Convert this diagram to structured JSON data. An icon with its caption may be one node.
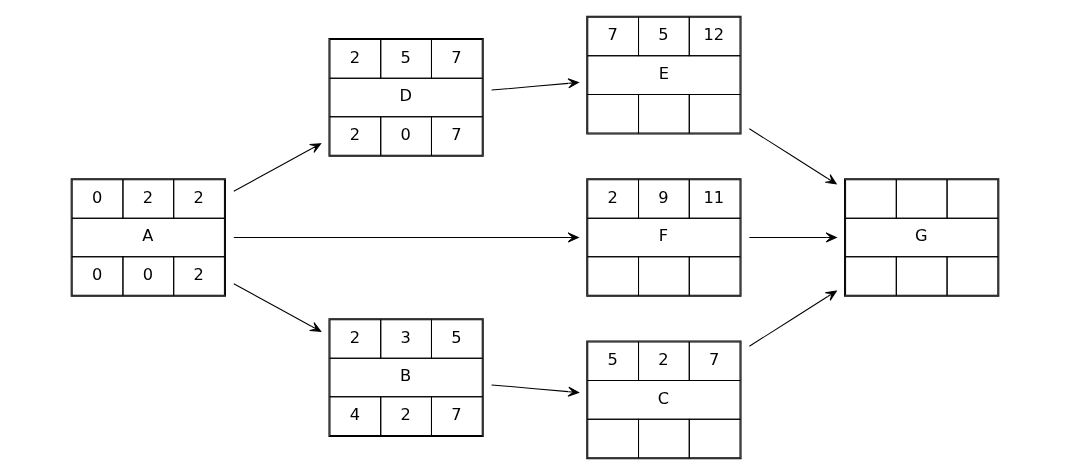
{
  "diagram": {
    "nodes": [
      {
        "text": [
          "0",
          "2",
          "2",
          "A",
          "0",
          "0",
          "2"
        ]
      },
      {
        "text": [
          "2",
          "5",
          "7",
          "D",
          "2",
          "0",
          "7"
        ]
      },
      {
        "text": [
          "2",
          "9",
          "11",
          "F"
        ]
      },
      {
        "text": [
          "2",
          "3",
          "5",
          "B",
          "4",
          "2",
          "7"
        ]
      },
      {
        "text": [
          "7",
          "5",
          "12",
          "E"
        ]
      },
      {
        "text": [
          "5",
          "2",
          "7",
          "C"
        ]
      },
      {
        "text": [
          "G"
        ]
      }
    ],
    "edges": [
      {
        "from": 0,
        "to": 1,
        "arrow": "to"
      },
      {
        "from": 0,
        "to": 2,
        "arrow": "to"
      },
      {
        "from": 0,
        "to": 3,
        "arrow": "to"
      },
      {
        "from": 1,
        "to": 4,
        "arrow": "to"
      },
      {
        "from": 3,
        "to": 5,
        "arrow": "to"
      },
      {
        "from": 4,
        "to": 6,
        "arrow": "to"
      },
      {
        "from": 2,
        "to": 6,
        "arrow": "to"
      },
      {
        "from": 5,
        "to": 6,
        "arrow": "to"
      }
    ]
  }
}
